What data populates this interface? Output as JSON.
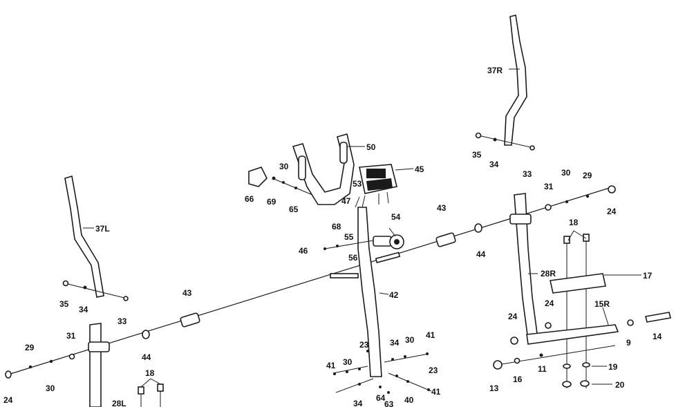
{
  "diagram": {
    "labels": {
      "p37R": "37R",
      "p35a": "35",
      "p34a": "34",
      "p33a": "33",
      "p50": "50",
      "p45": "45",
      "p30a": "30",
      "p66": "66",
      "p69": "69",
      "p65": "65",
      "p53": "53",
      "p47": "47",
      "p68": "68",
      "p54": "54",
      "p55": "55",
      "p46": "46",
      "p56": "56",
      "p43a": "43",
      "p44a": "44",
      "p31a": "31",
      "p30b": "30",
      "p29a": "29",
      "p24a": "24",
      "p18a": "18",
      "p28R": "28R",
      "p17": "17",
      "p24b": "24",
      "p24c": "24",
      "p15R": "15R",
      "p9": "9",
      "p14": "14",
      "p11": "11",
      "p19": "19",
      "p20": "20",
      "p16": "16",
      "p13": "13",
      "p37L": "37L",
      "p35b": "35",
      "p34b": "34",
      "p33b": "33",
      "p43b": "43",
      "p42": "42",
      "p44b": "44",
      "p31b": "31",
      "p29b": "29",
      "p30c": "30",
      "p24d": "24",
      "p18b": "18",
      "p28L": "28L",
      "p23a": "23",
      "p34c": "34",
      "p30d": "30",
      "p41a": "41",
      "p41b": "41",
      "p30e": "30",
      "p23b": "23",
      "p41c": "41",
      "p34d": "34",
      "p64": "64",
      "p63": "63",
      "p40": "40"
    }
  }
}
